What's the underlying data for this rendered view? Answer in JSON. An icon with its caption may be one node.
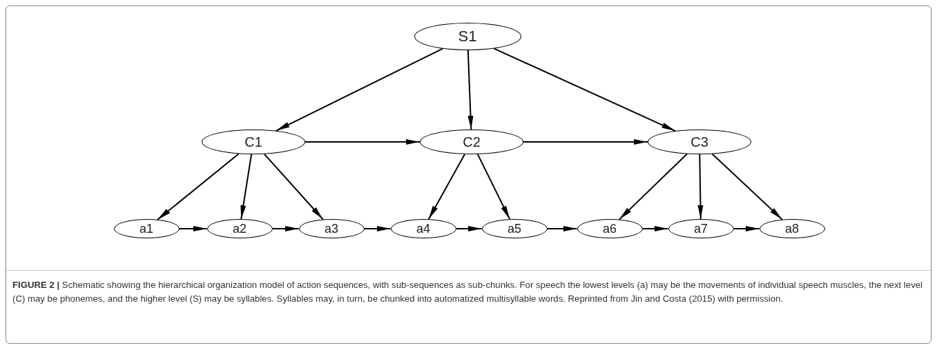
{
  "diagram": {
    "caption": "**FIGURE 2 |** Schematic showing the hierarchical organization model of action sequences, with sub-sequences as sub-chunks. For speech the lowest levels (a) may be the movements of individual speech muscles, the next level (C) may be phonemes, and the higher level (S) may be syllables. Syllables may, in turn, be chunked into automatized multisyllable words. Reprinted from Jin and Costa (2015) with permission.",
    "nodes": [
      {
        "text": [
          "S1"
        ]
      },
      {
        "text": [
          "C1"
        ]
      },
      {
        "text": [
          "C2"
        ]
      },
      {
        "text": [
          "C3"
        ]
      },
      {
        "text": [
          "a1"
        ]
      },
      {
        "text": [
          "a2"
        ]
      },
      {
        "text": [
          "a3"
        ]
      },
      {
        "text": [
          "a4"
        ]
      },
      {
        "text": [
          "a5"
        ]
      },
      {
        "text": [
          "a6"
        ]
      },
      {
        "text": [
          "a7"
        ]
      },
      {
        "text": [
          "a8"
        ]
      }
    ],
    "edges": [
      {
        "from": 0,
        "to": 1,
        "arrow": "to"
      },
      {
        "from": 0,
        "to": 2,
        "arrow": "to"
      },
      {
        "from": 0,
        "to": 3,
        "arrow": "to"
      },
      {
        "from": 1,
        "to": 2,
        "arrow": "to"
      },
      {
        "from": 2,
        "to": 3,
        "arrow": "to"
      },
      {
        "from": 1,
        "to": 4,
        "arrow": "to"
      },
      {
        "from": 1,
        "to": 5,
        "arrow": "to"
      },
      {
        "from": 1,
        "to": 6,
        "arrow": "to"
      },
      {
        "from": 2,
        "to": 7,
        "arrow": "to"
      },
      {
        "from": 2,
        "to": 8,
        "arrow": "to"
      },
      {
        "from": 3,
        "to": 9,
        "arrow": "to"
      },
      {
        "from": 3,
        "to": 10,
        "arrow": "to"
      },
      {
        "from": 3,
        "to": 11,
        "arrow": "to"
      },
      {
        "from": 4,
        "to": 5,
        "arrow": "to"
      },
      {
        "from": 5,
        "to": 6,
        "arrow": "to"
      },
      {
        "from": 6,
        "to": 7,
        "arrow": "to"
      },
      {
        "from": 7,
        "to": 8,
        "arrow": "to"
      },
      {
        "from": 8,
        "to": 9,
        "arrow": "to"
      },
      {
        "from": 9,
        "to": 10,
        "arrow": "to"
      },
      {
        "from": 10,
        "to": 11,
        "arrow": "to"
      }
    ]
  }
}
